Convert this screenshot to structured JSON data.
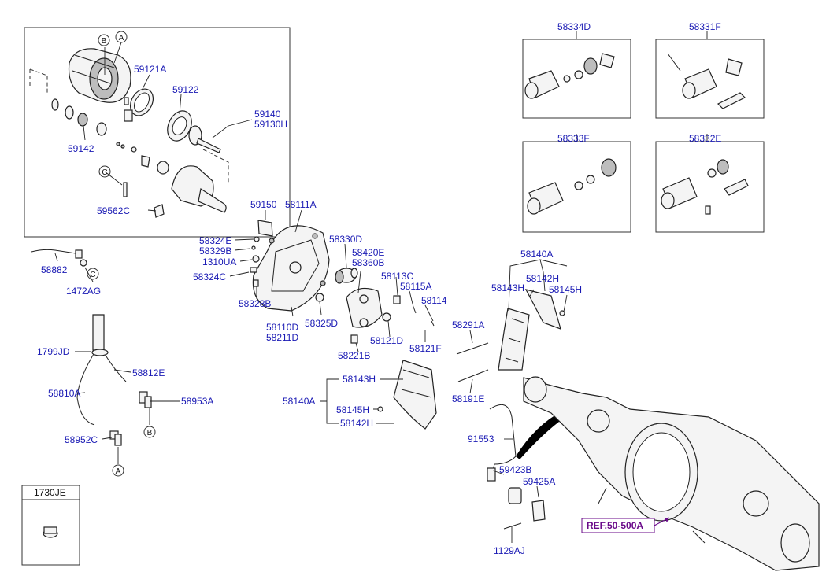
{
  "colors": {
    "label": "#1a1ab4",
    "ref": "#6a0a8a",
    "line": "#222222"
  },
  "boxes": {
    "b58334D": "58334D",
    "b58331F": "58331F",
    "b58333F": "58333F",
    "b58332E": "58332E",
    "b1730JE": "1730JE"
  },
  "circles": {
    "A": "A",
    "B": "B",
    "C": "C"
  },
  "labels": {
    "l59121A": "59121A",
    "l59122": "59122",
    "l59140": "59140",
    "l59130H": "59130H",
    "l59142": "59142",
    "l59562C": "59562C",
    "l59150": "59150",
    "l58111A": "58111A",
    "l58324E": "58324E",
    "l58329B": "58329B",
    "l1310UA": "1310UA",
    "l58324C": "58324C",
    "l58328B": "58328B",
    "l58110D": "58110D",
    "l58211D": "58211D",
    "l58325D": "58325D",
    "l58330D": "58330D",
    "l58420E": "58420E",
    "l58360B": "58360B",
    "l58113C": "58113C",
    "l58115A": "58115A",
    "l58114": "58114",
    "l58221B": "58221B",
    "l58121D": "58121D",
    "l58121F": "58121F",
    "l58882": "58882",
    "l1472AG": "1472AG",
    "l1799JD": "1799JD",
    "l58812E": "58812E",
    "l58810A": "58810A",
    "l58953A": "58953A",
    "l58952C": "58952C",
    "l58140A_top": "58140A",
    "l58142H_top": "58142H",
    "l58143H_top": "58143H",
    "l58145H_top": "58145H",
    "l58291A": "58291A",
    "l58191E": "58191E",
    "l58143H_mid": "58143H",
    "l58140A_mid": "58140A",
    "l58145H_mid": "58145H",
    "l58142H_mid": "58142H",
    "l91553": "91553",
    "l59423B": "59423B",
    "l59425A": "59425A",
    "l1129AJ": "1129AJ"
  },
  "reference": "REF.50-500A"
}
